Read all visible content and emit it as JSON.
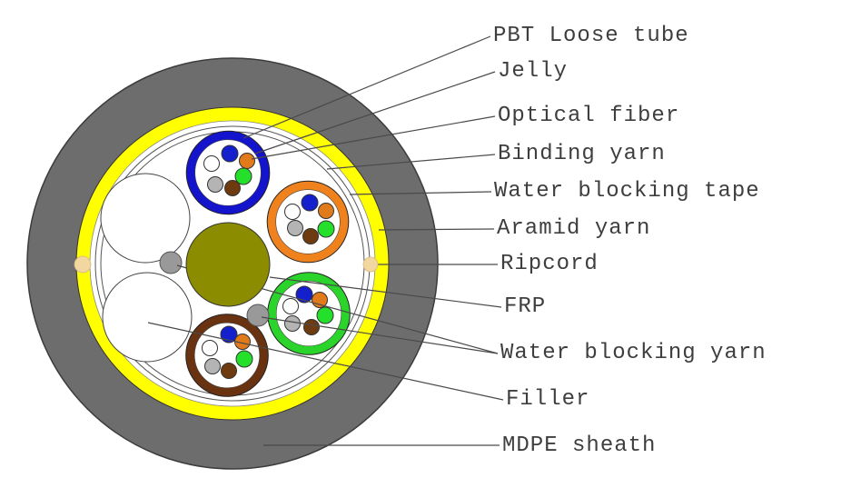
{
  "diagram": {
    "type": "fiber-optic-cable-cross-section",
    "labels": [
      {
        "id": "pbt-loose-tube",
        "text": "PBT Loose tube"
      },
      {
        "id": "jelly",
        "text": "Jelly"
      },
      {
        "id": "optical-fiber",
        "text": "Optical fiber"
      },
      {
        "id": "binding-yarn",
        "text": "Binding yarn"
      },
      {
        "id": "water-blocking-tape",
        "text": "Water blocking tape"
      },
      {
        "id": "aramid-yarn",
        "text": "Aramid yarn"
      },
      {
        "id": "ripcord",
        "text": "Ripcord"
      },
      {
        "id": "frp",
        "text": "FRP"
      },
      {
        "id": "water-blocking-yarn",
        "text": "Water blocking yarn"
      },
      {
        "id": "filler",
        "text": "Filler"
      },
      {
        "id": "mdpe-sheath",
        "text": "MDPE sheath"
      }
    ],
    "colors": {
      "background": "#ffffff",
      "mdpe_sheath": "#6d6d6d",
      "sheath_outline": "#3c3c3c",
      "aramid_yellow": "#ffff00",
      "core_white": "#ffffff",
      "frp_olive": "#8c8c00",
      "tube_blue": "#1414cc",
      "tube_orange": "#f0821e",
      "tube_green": "#2ad42a",
      "tube_brown": "#693312",
      "filler_white": "#ffffff",
      "water_blocking_yarn": "#999999",
      "ripcord_tan": "#f3d7a0",
      "leader_line": "#4a4a4a",
      "label_text": "#3e3e3e"
    },
    "fiber_colors": {
      "blue": "#1420cc",
      "orange": "#e07a1a",
      "green": "#25e02a",
      "brown": "#6e3b10",
      "gray": "#b4b4b4",
      "white": "#ffffff"
    },
    "tube_count": 4,
    "fibers_per_tube": 6
  }
}
